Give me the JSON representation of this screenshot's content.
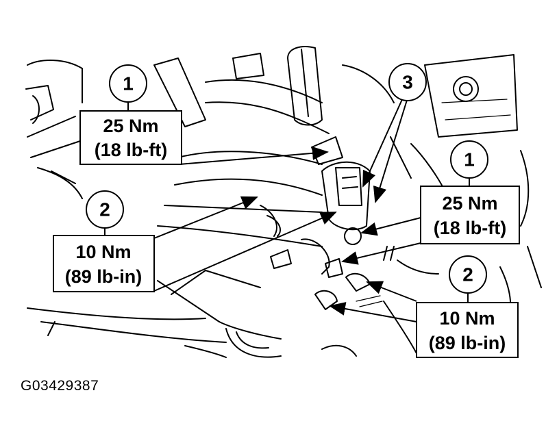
{
  "callouts": [
    {
      "number": "1",
      "torque_metric": "25 Nm",
      "torque_imperial": "(18 lb-ft)"
    },
    {
      "number": "2",
      "torque_metric": "10 Nm",
      "torque_imperial": "(89 lb-in)"
    },
    {
      "number": "3"
    },
    {
      "number": "1",
      "torque_metric": "25 Nm",
      "torque_imperial": "(18 lb-ft)"
    },
    {
      "number": "2",
      "torque_metric": "10 Nm",
      "torque_imperial": "(89 lb-in)"
    }
  ],
  "figure_id": "G03429387",
  "colors": {
    "ink": "#000000",
    "background": "#ffffff"
  }
}
